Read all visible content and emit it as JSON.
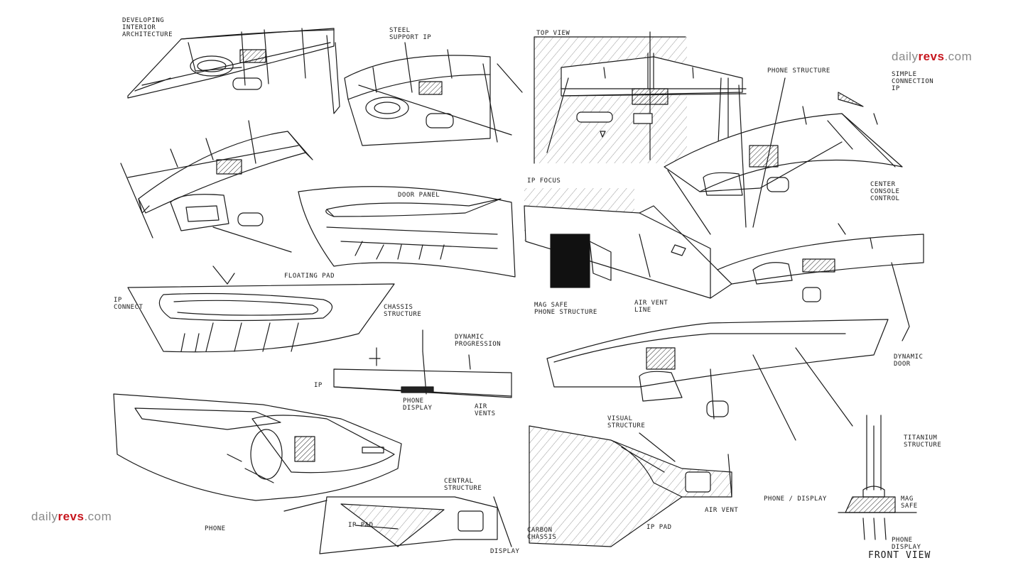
{
  "watermark": {
    "prefix": "daily",
    "brand": "revs",
    "suffix": ".com",
    "brand_color": "#c7161e",
    "text_color": "#8a8a8a"
  },
  "annotations": {
    "developing": "DEVELOPING\nINTERIOR\nARCHITECTURE",
    "steel_support": "STEEL\nSUPPORT IP",
    "top_view": "TOP VIEW",
    "phone_structure": "PHONE STRUCTURE",
    "simple_connection": "SIMPLE\nCONNECTION\nIP",
    "center_console": "CENTER\nCONSOLE\nCONTROL",
    "door_panel": "DOOR PANEL",
    "ip_focus": "IP FOCUS",
    "floating_pad": "FLOATING PAD",
    "ip_connect": "IP\nCONNECT",
    "chassis_structure": "CHASSIS\nSTRUCTURE",
    "mag_safe_phone": "MAG SAFE\nPHONE STRUCTURE",
    "air_vent_line": "AIR VENT\nLINE",
    "dynamic_progression": "DYNAMIC\nPROGRESSION",
    "dynamic_door": "DYNAMIC\nDOOR",
    "ip": "IP",
    "phone_display": "PHONE\nDISPLAY",
    "air_vents": "AIR\nVENTS",
    "visual_structure": "VISUAL\nSTRUCTURE",
    "central_structure": "CENTRAL\nSTRUCTURE",
    "phone_slash_display": "PHONE / DISPLAY",
    "air_vent": "AIR VENT",
    "titanium_structure": "TITANIUM\nSTRUCTURE",
    "mag_safe": "MAG\nSAFE",
    "phone_display_2": "PHONE\nDISPLAY",
    "front_view": "FRONT VIEW",
    "ip_pad_1": "IP PAD",
    "ip_pad_2": "IP PAD",
    "phone": "PHONE",
    "carbon_chassis": "CARBON\nCHASSIS",
    "display": "DISPLAY"
  }
}
